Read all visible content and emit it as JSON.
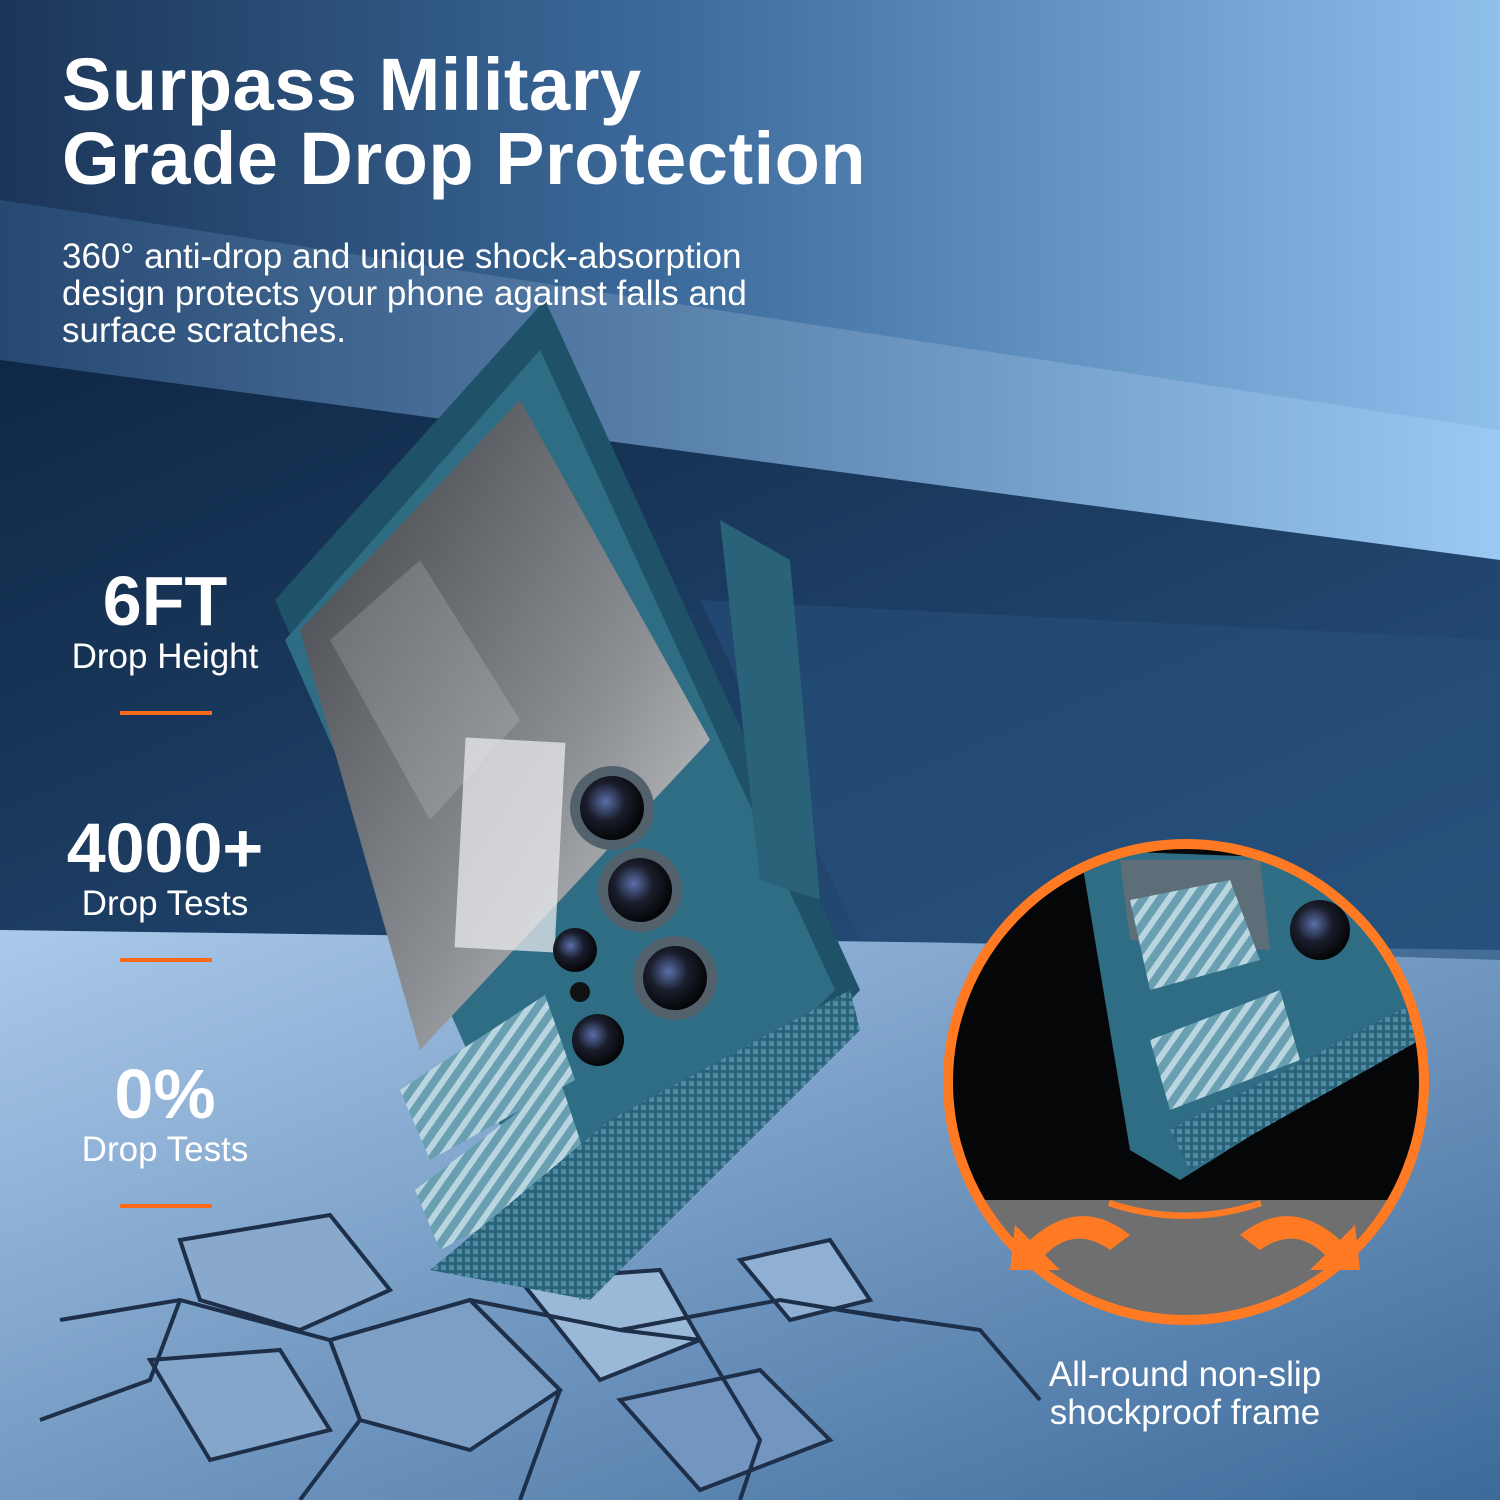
{
  "headline": {
    "line1": "Surpass Military",
    "line2": "Grade Drop Protection"
  },
  "subheadline": "360° anti-drop and unique shock-absorption design protects your phone against falls and surface scratches.",
  "stats": [
    {
      "value": "6FT",
      "label": "Drop Height"
    },
    {
      "value": "4000+",
      "label": "Drop Tests"
    },
    {
      "value": "0%",
      "label": "Drop Tests"
    }
  ],
  "frame_caption": "All-round non-slip shockproof frame",
  "colors": {
    "accent_orange": "#ff6a1a",
    "case_teal": "#2f6d85",
    "background_dark": "#1d3557",
    "background_light": "#7fb2e3"
  },
  "icons": [
    "phone-case-illustration",
    "cracked-ground-illustration",
    "impact-zoom-circle",
    "absorption-arrows-icon"
  ]
}
